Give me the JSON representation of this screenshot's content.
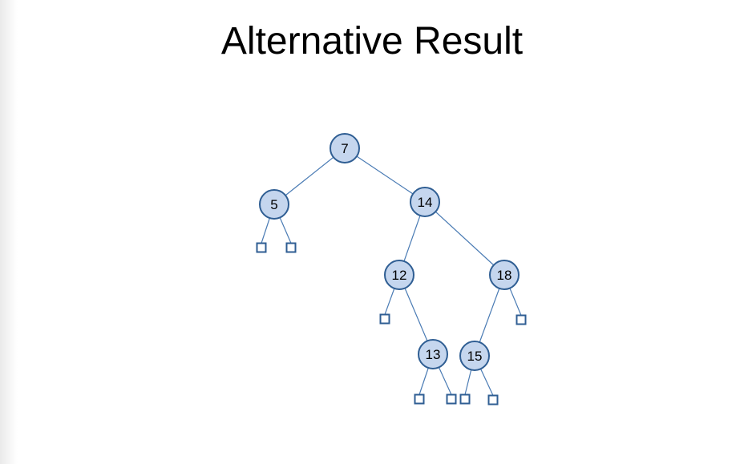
{
  "slide": {
    "title": "Alternative Result"
  },
  "tree": {
    "colors": {
      "node_fill": "#c5d6ee",
      "node_stroke": "#2f5e93",
      "edge": "#4a7bb4",
      "leaf_stroke": "#2f5e93"
    },
    "nodes": [
      {
        "id": "n7",
        "label": "7"
      },
      {
        "id": "n5",
        "label": "5"
      },
      {
        "id": "n14",
        "label": "14"
      },
      {
        "id": "n12",
        "label": "12"
      },
      {
        "id": "n18",
        "label": "18"
      },
      {
        "id": "n13",
        "label": "13"
      },
      {
        "id": "n15",
        "label": "15"
      }
    ],
    "edges": [
      {
        "from": "n7",
        "to": "n5"
      },
      {
        "from": "n7",
        "to": "n14"
      },
      {
        "from": "n14",
        "to": "n12"
      },
      {
        "from": "n14",
        "to": "n18"
      },
      {
        "from": "n12",
        "to": "n13"
      },
      {
        "from": "n18",
        "to": "n15"
      },
      {
        "from": "n5",
        "to": "leaf-5-left"
      },
      {
        "from": "n5",
        "to": "leaf-5-right"
      },
      {
        "from": "n12",
        "to": "leaf-12-left"
      },
      {
        "from": "n18",
        "to": "leaf-18-right"
      },
      {
        "from": "n13",
        "to": "leaf-13-left"
      },
      {
        "from": "n13",
        "to": "leaf-13-right"
      },
      {
        "from": "n15",
        "to": "leaf-15-left"
      },
      {
        "from": "n15",
        "to": "leaf-15-right"
      }
    ]
  }
}
